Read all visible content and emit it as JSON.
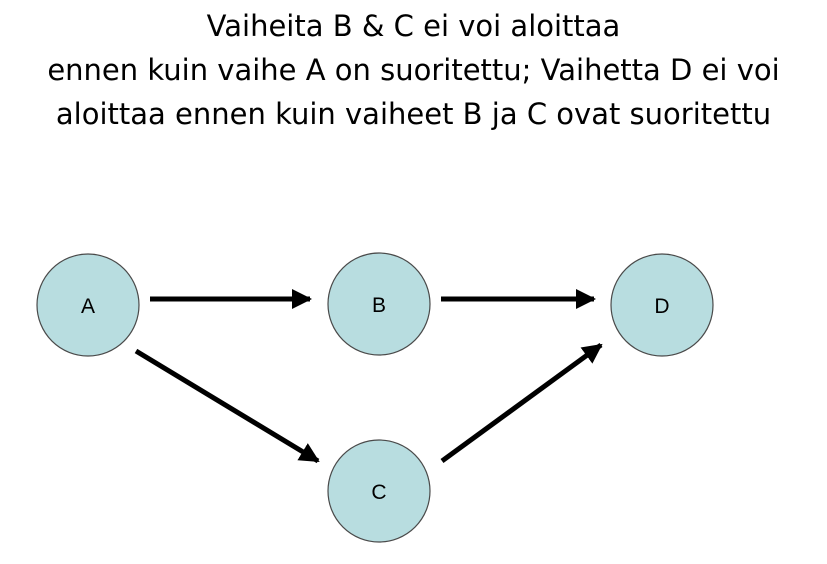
{
  "title": {
    "lines": [
      "Vaiheita B & C ei voi aloittaa",
      "ennen kuin vaihe A on suoritettu; Vaihetta D ei voi",
      "aloittaa ennen kuin vaiheet B ja C ovat suoritettu"
    ]
  },
  "nodes": [
    {
      "id": "A",
      "label": "A"
    },
    {
      "id": "B",
      "label": "B"
    },
    {
      "id": "C",
      "label": "C"
    },
    {
      "id": "D",
      "label": "D"
    }
  ],
  "edges": [
    {
      "from": "A",
      "to": "B"
    },
    {
      "from": "A",
      "to": "C"
    },
    {
      "from": "B",
      "to": "D"
    },
    {
      "from": "C",
      "to": "D"
    }
  ],
  "colors": {
    "node_fill": "#b8dde0",
    "node_stroke": "#4a4a4a",
    "arrow": "#000000",
    "text": "#000000"
  }
}
